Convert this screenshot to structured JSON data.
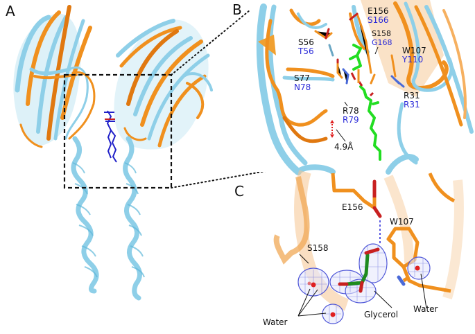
{
  "figure": {
    "panels": [
      {
        "id": "A",
        "label": "A",
        "description": "Superposition of two dimeric structures (orange and light blue ribbons) with ligand in blue; dashed box marks region enlarged in B and C"
      },
      {
        "id": "B",
        "label": "B",
        "description": "Close-up of binding pocket with residue labels (black = orange structure, blue = light-blue structure)"
      },
      {
        "id": "C",
        "label": "C",
        "description": "Electron density (blue mesh) around glycerol and water molecules"
      }
    ],
    "colors": {
      "structure1": "#f0901e",
      "structure2": "#8ecfe8",
      "ligand_A": "#2020c8",
      "ligand_B": "#22dd22",
      "glycerol": "#1e8a1e",
      "mesh": "#5058d8",
      "oxygen": "#e02020",
      "label_black": "#111111",
      "label_blue": "#2a2ad8"
    },
    "panel_b_residues": [
      {
        "black": "E156",
        "blue": "S166"
      },
      {
        "black": "S158",
        "blue": "G168"
      },
      {
        "black": "S56",
        "blue": "T56"
      },
      {
        "black": "W107",
        "blue": "Y110"
      },
      {
        "black": "S77",
        "blue": "N78"
      },
      {
        "black": "R31",
        "blue": "R31"
      },
      {
        "black": "R78",
        "blue": "R79"
      }
    ],
    "panel_b_distance": "4.9Å",
    "panel_c_labels": {
      "e156": "E156",
      "w107": "W107",
      "s158": "S158",
      "water_left": "Water",
      "glycerol": "Glycerol",
      "water_right": "Water"
    }
  }
}
